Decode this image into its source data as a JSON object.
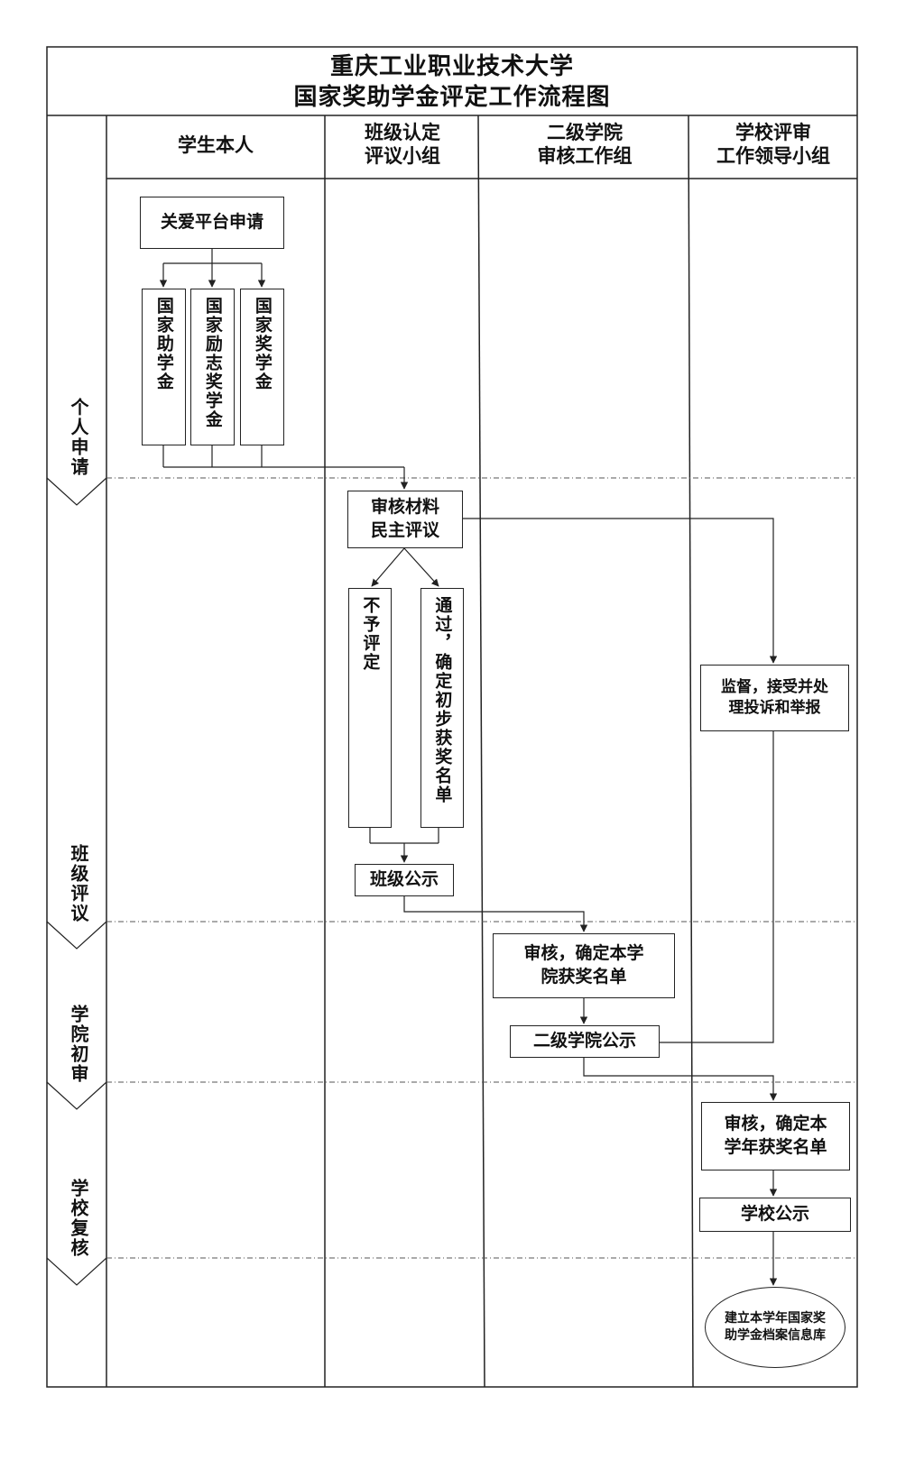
{
  "title": {
    "line1": "重庆工业职业技术大学",
    "line2": "国家奖助学金评定工作流程图"
  },
  "lanes": [
    {
      "label": "学生本人"
    },
    {
      "label": "班级认定\n评议小组"
    },
    {
      "label": "二级学院\n审核工作组"
    },
    {
      "label": "学校评审\n工作领导小组"
    }
  ],
  "phases": [
    {
      "label": "个人申请"
    },
    {
      "label": "班级评议"
    },
    {
      "label": "学院初审"
    },
    {
      "label": "学校复核"
    }
  ],
  "nodes": {
    "apply": "关爱平台申请",
    "grant": "国家助学金",
    "inspire": "国家励志奖学金",
    "scholarship": "国家奖学金",
    "review_materials": "审核材料\n民主评议",
    "reject": "不予评定",
    "pass": "通过，确定初步获奖名单",
    "class_publicity": "班级公示",
    "college_review": "审核，确定本学\n院获奖名单",
    "college_publicity": "二级学院公示",
    "supervise": "监督，接受并处\n理投诉和举报",
    "school_review": "审核，确定本\n学年获奖名单",
    "school_publicity": "学校公示",
    "archive": "建立本学年国家奖\n助学金档案信息库"
  }
}
